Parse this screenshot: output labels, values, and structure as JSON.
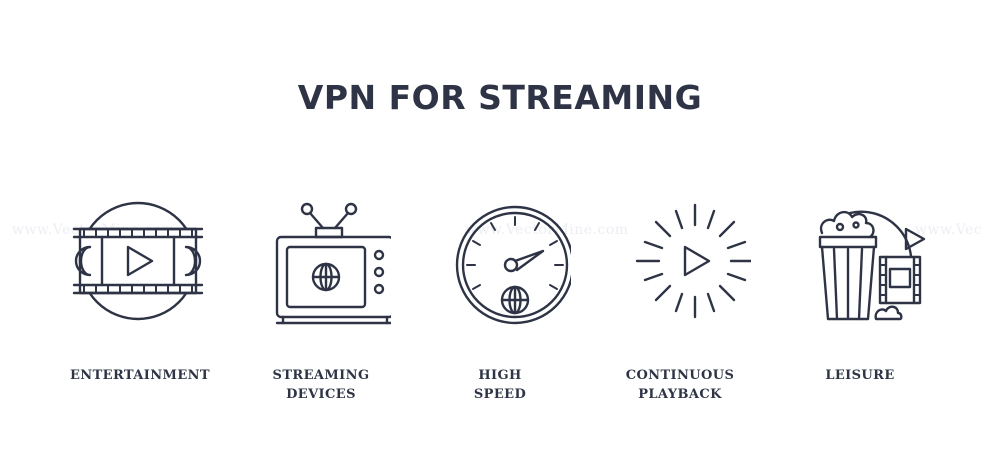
{
  "title": "VPN FOR STREAMING",
  "stroke_color": "#2e3445",
  "items": [
    {
      "icon": "film-play-icon",
      "label_lines": [
        "ENTERTAINMENT",
        ""
      ]
    },
    {
      "icon": "tv-globe-icon",
      "label_lines": [
        "STREAMING",
        "DEVICES"
      ]
    },
    {
      "icon": "speedometer-globe-icon",
      "label_lines": [
        "HIGH",
        "SPEED"
      ]
    },
    {
      "icon": "loading-play-icon",
      "label_lines": [
        "CONTINUOUS",
        "PLAYBACK"
      ]
    },
    {
      "icon": "popcorn-icon",
      "label_lines": [
        "LEISURE",
        ""
      ]
    }
  ]
}
